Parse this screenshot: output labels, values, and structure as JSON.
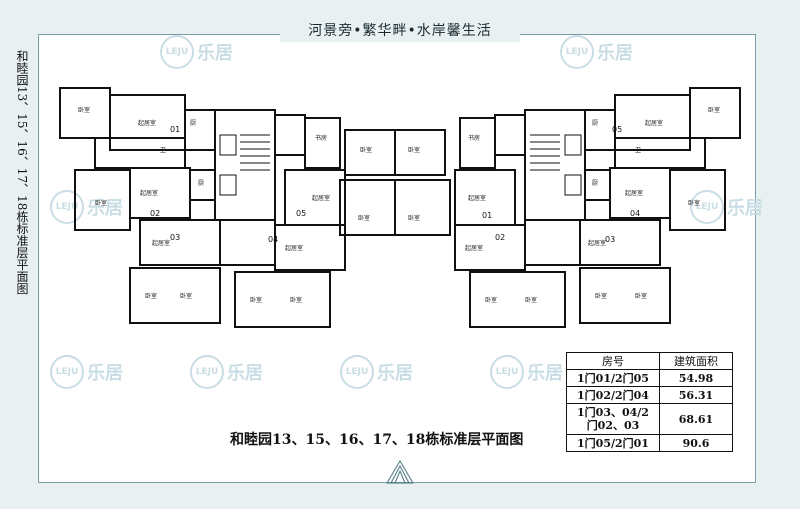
{
  "header": {
    "title": "河景旁•繁华畔•水岸馨生活"
  },
  "side_label": "和睦园13、15、16、17、18栋标准层平面图",
  "caption": "和睦园13、15、16、17、18栋标准层平面图",
  "watermark": {
    "logo": "LEJU",
    "text": "乐居"
  },
  "plan_labels": {
    "bedroom": "卧室",
    "living": "起居室",
    "study": "书房",
    "kitchen": "厨",
    "bath": "卫",
    "units": [
      "01",
      "02",
      "03",
      "04",
      "05"
    ]
  },
  "table": {
    "headers": [
      "房号",
      "建筑面积"
    ],
    "rows": [
      {
        "room": "1门01/2门05",
        "area": "54.98"
      },
      {
        "room": "1门02/2门04",
        "area": "56.31"
      },
      {
        "room": "1门03、04/2门02、03",
        "area": "68.61"
      },
      {
        "room": "1门05/2门01",
        "area": "90.6"
      }
    ]
  },
  "colors": {
    "frame": "#e8f0f2",
    "border": "#7b9fa8",
    "wall": "#111111",
    "watermark": "#c9dde4"
  }
}
